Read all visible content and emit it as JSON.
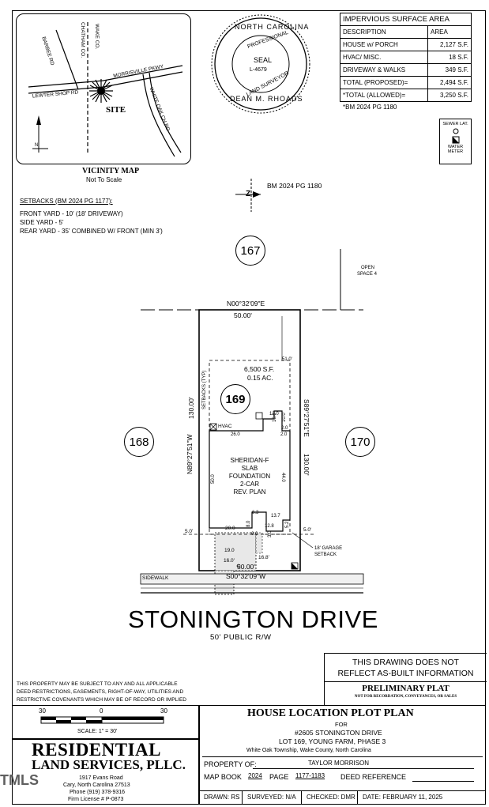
{
  "vicinity_map": {
    "roads": [
      "BARBEE RD",
      "WAKE CO.",
      "CHATHAM CO.",
      "MORRISVILLE PKWY",
      "LEWTER SHOP RD",
      "WHITE OAK CH RD"
    ],
    "site_label": "SITE",
    "north_label": "N",
    "title": "VICINITY MAP",
    "subtitle": "Not To Scale"
  },
  "seal": {
    "top_text": "NORTH CAROLINA",
    "mid_text": "PROFESSIONAL",
    "center_label": "SEAL",
    "license": "L-4679",
    "lower_text": "LAND SURVEYOR",
    "name": "DEAN M. RHOADS"
  },
  "impervious_table": {
    "title": "IMPERVIOUS SURFACE AREA",
    "headers": [
      "DESCRIPTION",
      "AREA"
    ],
    "rows": [
      [
        "HOUSE w/ PORCH",
        "2,127 S.F."
      ],
      [
        "HVAC/ MISC.",
        "18 S.F."
      ],
      [
        "DRIVEWAY & WALKS",
        "349 S.F."
      ],
      [
        "TOTAL (PROPOSED)=",
        "2,494 S.F."
      ],
      [
        "*TOTAL (ALLOWED)=",
        "3,250 S.F."
      ]
    ],
    "footnote": "*BM 2024 PG 1180"
  },
  "legend": {
    "sewer": "SEWER LAT.",
    "water": "WATER METER"
  },
  "setbacks": {
    "title": "SETBACKS (BM 2024 PG 1177):",
    "lines": [
      "FRONT YARD - 10' (18' DRIVEWAY)",
      "SIDE YARD - 5'",
      "REAR YARD - 35' COMBINED W/ FRONT (MIN 3')"
    ]
  },
  "plan": {
    "north_ref": "BM 2024 PG 1180",
    "lots": {
      "rear": "167",
      "left": "168",
      "subject": "169",
      "right": "170"
    },
    "open_space": [
      "OPEN",
      "SPACE 4"
    ],
    "rear_bearing": "N00°32'09\"E",
    "rear_distance": "50.00'",
    "left_bearing": "N89°27'51\"W",
    "left_distance": "130.00'",
    "right_bearing": "S89°27'51\"E",
    "right_distance": "130.00'",
    "front_bearing": "S00°32'09\"W",
    "front_distance": "50.00'",
    "area": "6,500 S.F.",
    "acres": "0.15 AC.",
    "setbacks_typ": "SETBACKS (TYP)",
    "house_label": [
      "SHERIDAN-F",
      "SLAB",
      "FOUNDATION",
      "2-CAR",
      "REV. PLAN"
    ],
    "hvac": "HVAC",
    "dims": {
      "d51": "51.0'",
      "d120": "12.0",
      "d100": "10.0",
      "d100b": "10.0",
      "d20": "2.0",
      "d20b": "2.0",
      "d260": "26.0",
      "d500": "50.0",
      "d440": "44.0",
      "d63": "6.3",
      "d137": "13.7",
      "d80": "8.0",
      "d128": "12.8",
      "d52": "5.2",
      "d30": "3.0",
      "d200": "20.0",
      "d60": "6.0",
      "d190": "19.0",
      "d160": "16.0'",
      "d168": "16.8'",
      "d5l": "5.0'",
      "d5r": "5.0'"
    },
    "garage_setback": [
      "18' GARAGE",
      "SETBACK"
    ],
    "sidewalk": "SIDEWALK"
  },
  "street": {
    "name": "STONINGTON DRIVE",
    "row": "50' PUBLIC R/W"
  },
  "notice": {
    "line1": "THIS DRAWING DOES NOT",
    "line2": "REFLECT AS-BUILT INFORMATION",
    "prelim": "PRELIMINARY PLAT",
    "prelim_sub": "NOT FOR RECORDATION, CONVEYANCES, OR SALES"
  },
  "disclaimer": [
    "THIS PROPERTY MAY BE SUBJECT TO ANY AND ALL APPLICABLE",
    "DEED RESTRICTIONS, EASEMENTS, RIGHT-OF-WAY, UTILITIES AND",
    "RESTRICTIVE COVENANTS WHICH MAY BE OF RECORD OR IMPLIED"
  ],
  "scale": {
    "ticks": [
      "30",
      "0",
      "30"
    ],
    "label": "SCALE: 1\" = 30'"
  },
  "company": {
    "name1": "RESIDENTIAL",
    "name2": "LAND SERVICES, PLLC.",
    "addr1": "1917 Evans Road",
    "addr2": "Cary, North Carolina 27513",
    "phone": "Phone (919) 378-9316",
    "license": "Firm License # P-0873"
  },
  "watermark": "TMLS",
  "title_block": {
    "title": "HOUSE LOCATION PLOT PLAN",
    "for": "FOR",
    "address": "#2605 STONINGTON DRIVE",
    "lot": "LOT 169, YOUNG FARM, PHASE 3",
    "township": "White Oak Township, Wake County, North Carolina",
    "property_of_label": "PROPERTY OF:",
    "property_of": "TAYLOR MORRISON",
    "map_book_label": "MAP BOOK",
    "map_book": "2024",
    "page_label": "PAGE",
    "page": "1177-1183",
    "deed_ref": "DEED REFERENCE",
    "drawn": "DRAWN: RS",
    "surveyed": "SURVEYED: N/A",
    "checked": "CHECKED: DMR",
    "date": "DATE: FEBRUARY 11, 2025"
  }
}
